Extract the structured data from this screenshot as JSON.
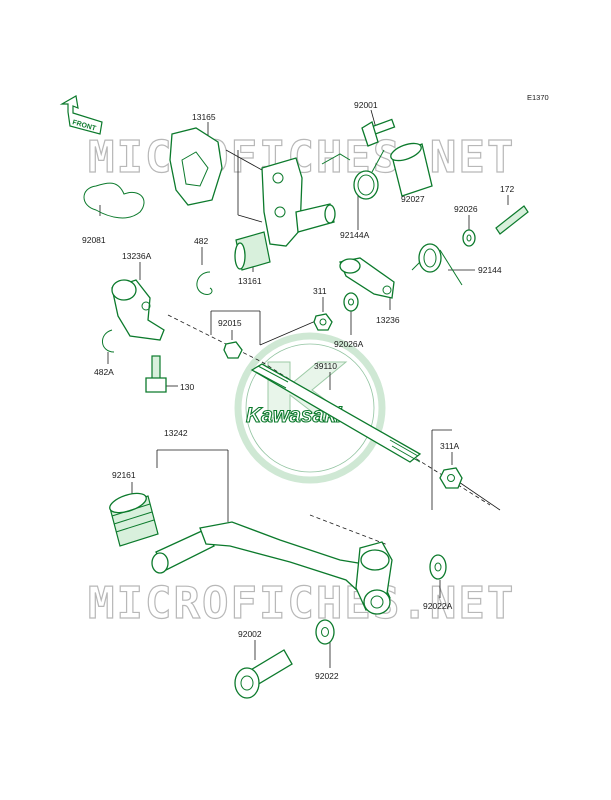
{
  "diagram": {
    "code": "E1370",
    "direction": "FRONT",
    "watermark": "MICROFICHES.NET",
    "logo": "Kawasaki",
    "parts": [
      {
        "id": "13165"
      },
      {
        "id": "92001"
      },
      {
        "id": "92027"
      },
      {
        "id": "92081"
      },
      {
        "id": "92144A"
      },
      {
        "id": "92026"
      },
      {
        "id": "172"
      },
      {
        "id": "482"
      },
      {
        "id": "13161"
      },
      {
        "id": "92144"
      },
      {
        "id": "13236A"
      },
      {
        "id": "311"
      },
      {
        "id": "13236"
      },
      {
        "id": "92015"
      },
      {
        "id": "92026A"
      },
      {
        "id": "482A"
      },
      {
        "id": "39110"
      },
      {
        "id": "130"
      },
      {
        "id": "13242"
      },
      {
        "id": "311A"
      },
      {
        "id": "92161"
      },
      {
        "id": "92022A"
      },
      {
        "id": "92002"
      },
      {
        "id": "92022"
      }
    ]
  }
}
